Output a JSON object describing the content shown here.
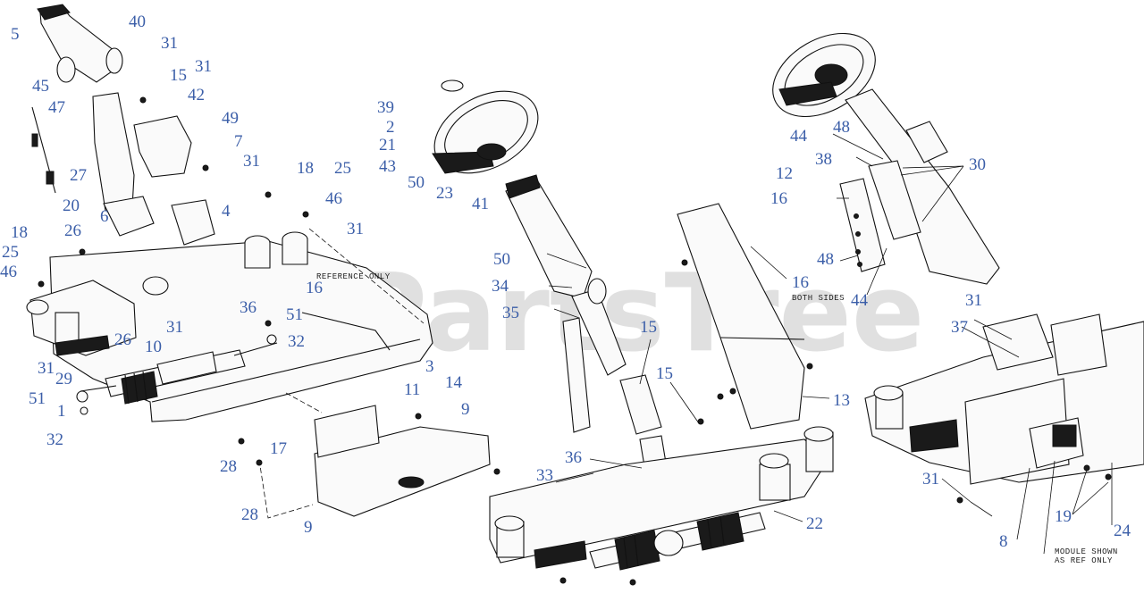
{
  "watermark": "PartsTree",
  "notes": {
    "reference_only": "REFERENCE ONLY",
    "both_sides": "BOTH SIDES",
    "module_shown_1": "MODULE SHOWN",
    "module_shown_2": "AS REF ONLY"
  },
  "callouts": [
    "5",
    "40",
    "31",
    "45",
    "15",
    "31",
    "42",
    "47",
    "49",
    "7",
    "31",
    "27",
    "20",
    "6",
    "4",
    "18",
    "25",
    "46",
    "31",
    "18",
    "26",
    "25",
    "46",
    "16",
    "36",
    "51",
    "31",
    "32",
    "26",
    "10",
    "3",
    "31",
    "29",
    "11",
    "14",
    "51",
    "1",
    "9",
    "32",
    "17",
    "28",
    "28",
    "9",
    "39",
    "2",
    "21",
    "43",
    "50",
    "23",
    "41",
    "50",
    "34",
    "35",
    "15",
    "15",
    "36",
    "33",
    "22",
    "16",
    "13",
    "48",
    "44",
    "38",
    "30",
    "12",
    "16",
    "48",
    "44",
    "31",
    "37",
    "31",
    "19",
    "24",
    "8"
  ]
}
